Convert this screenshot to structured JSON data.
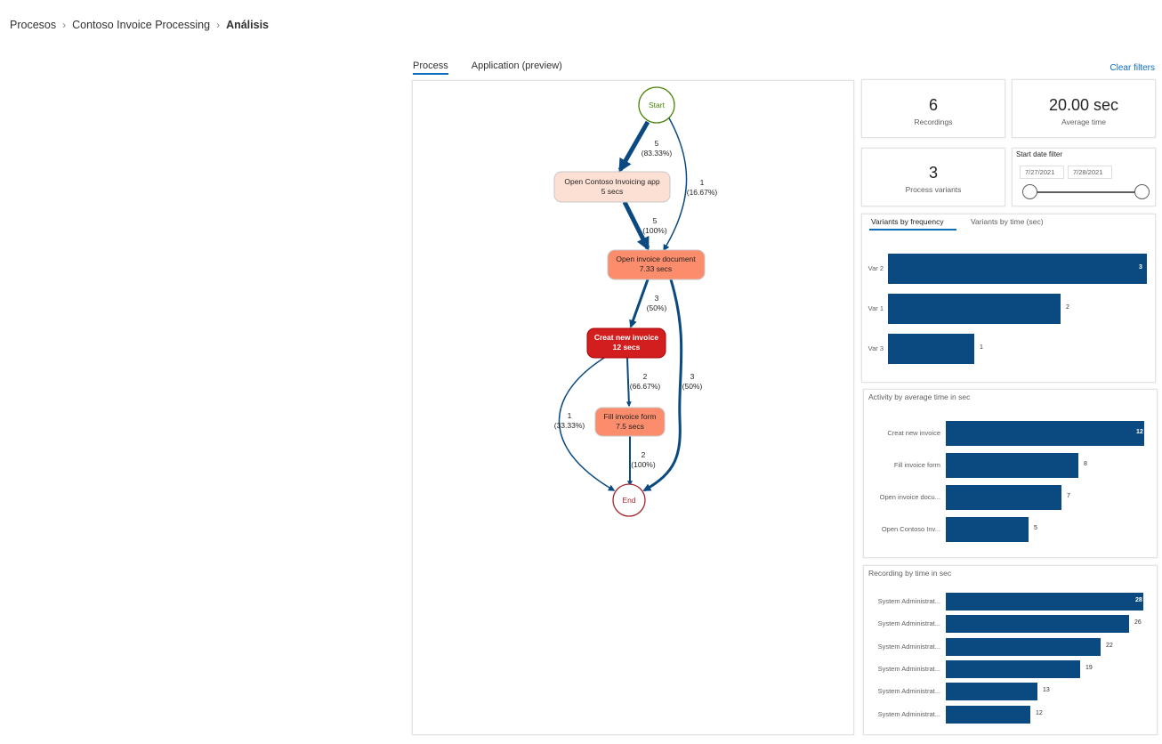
{
  "breadcrumb": {
    "items": [
      "Procesos",
      "Contoso Invoice Processing"
    ],
    "current": "Análisis",
    "separator": "›"
  },
  "tabs": [
    {
      "label": "Process",
      "active": true
    },
    {
      "label": "Application (preview)",
      "active": false
    }
  ],
  "clear_filters": "Clear filters",
  "process_map": {
    "nodes": {
      "start": "Start",
      "end": "End",
      "open_app": {
        "name": "Open Contoso Invoicing app",
        "time": "5 secs",
        "color": "#fde0d4"
      },
      "open_doc": {
        "name": "Open invoice document",
        "time": "7.33 secs",
        "color": "#fb8c6c"
      },
      "create": {
        "name": "Creat new invoice",
        "time": "12 secs",
        "color": "#d21e1e"
      },
      "fill": {
        "name": "Fill invoice form",
        "time": "7.5 secs",
        "color": "#fb8c6c"
      }
    },
    "edges": {
      "start_app": {
        "count": "5",
        "pct": "(83.33%)"
      },
      "start_doc": {
        "count": "1",
        "pct": "(16.67%)"
      },
      "app_doc": {
        "count": "5",
        "pct": "(100%)"
      },
      "doc_create": {
        "count": "3",
        "pct": "(50%)"
      },
      "doc_end": {
        "count": "3",
        "pct": "(50%)"
      },
      "create_fill": {
        "count": "2",
        "pct": "(66.67%)"
      },
      "create_end": {
        "count": "1",
        "pct": "(33.33%)"
      },
      "fill_end": {
        "count": "2",
        "pct": "(100%)"
      }
    },
    "colors": {
      "edge": "#0b4a80",
      "start_stroke": "#498205",
      "end_stroke": "#a4262c"
    }
  },
  "kpis": {
    "recordings": {
      "value": "6",
      "label": "Recordings"
    },
    "average_time": {
      "value": "20.00 sec",
      "label": "Average time"
    },
    "variants": {
      "value": "3",
      "label": "Process variants"
    }
  },
  "date_filter": {
    "title": "Start date filter",
    "start": "7/27/2021",
    "end": "7/28/2021"
  },
  "variants_chart": {
    "tabs": [
      {
        "label": "Variants by frequency",
        "active": true
      },
      {
        "label": "Variants by time (sec)",
        "active": false
      }
    ],
    "rows": [
      {
        "label": "Var 2",
        "value": 3
      },
      {
        "label": "Var 1",
        "value": 2
      },
      {
        "label": "Var 3",
        "value": 1
      }
    ]
  },
  "activity_chart": {
    "title": "Activity by average time in sec",
    "rows": [
      {
        "label": "Creat new invoice",
        "value": 12
      },
      {
        "label": "Fill invoice form",
        "value": 8
      },
      {
        "label": "Open invoice docu...",
        "value": 7
      },
      {
        "label": "Open Contoso Inv...",
        "value": 5
      }
    ]
  },
  "recording_chart": {
    "title": "Recording by time in sec",
    "rows": [
      {
        "label": "System Administrat...",
        "value": 28
      },
      {
        "label": "System Administrat...",
        "value": 26
      },
      {
        "label": "System Administrat...",
        "value": 22
      },
      {
        "label": "System Administrat...",
        "value": 19
      },
      {
        "label": "System Administrat...",
        "value": 13
      },
      {
        "label": "System Administrat...",
        "value": 12
      }
    ]
  },
  "chart_data": [
    {
      "type": "bar",
      "orientation": "horizontal",
      "title": "Variants by frequency",
      "categories": [
        "Var 2",
        "Var 1",
        "Var 3"
      ],
      "values": [
        3,
        2,
        1
      ]
    },
    {
      "type": "bar",
      "orientation": "horizontal",
      "title": "Activity by average time in sec",
      "categories": [
        "Creat new invoice",
        "Fill invoice form",
        "Open invoice docu...",
        "Open Contoso Inv..."
      ],
      "values": [
        12,
        8,
        7,
        5
      ]
    },
    {
      "type": "bar",
      "orientation": "horizontal",
      "title": "Recording by time in sec",
      "categories": [
        "System Administrat...",
        "System Administrat...",
        "System Administrat...",
        "System Administrat...",
        "System Administrat...",
        "System Administrat..."
      ],
      "values": [
        28,
        26,
        22,
        19,
        13,
        12
      ]
    }
  ],
  "colors": {
    "accent": "#0f6cbd",
    "bar": "#0b4a80"
  }
}
